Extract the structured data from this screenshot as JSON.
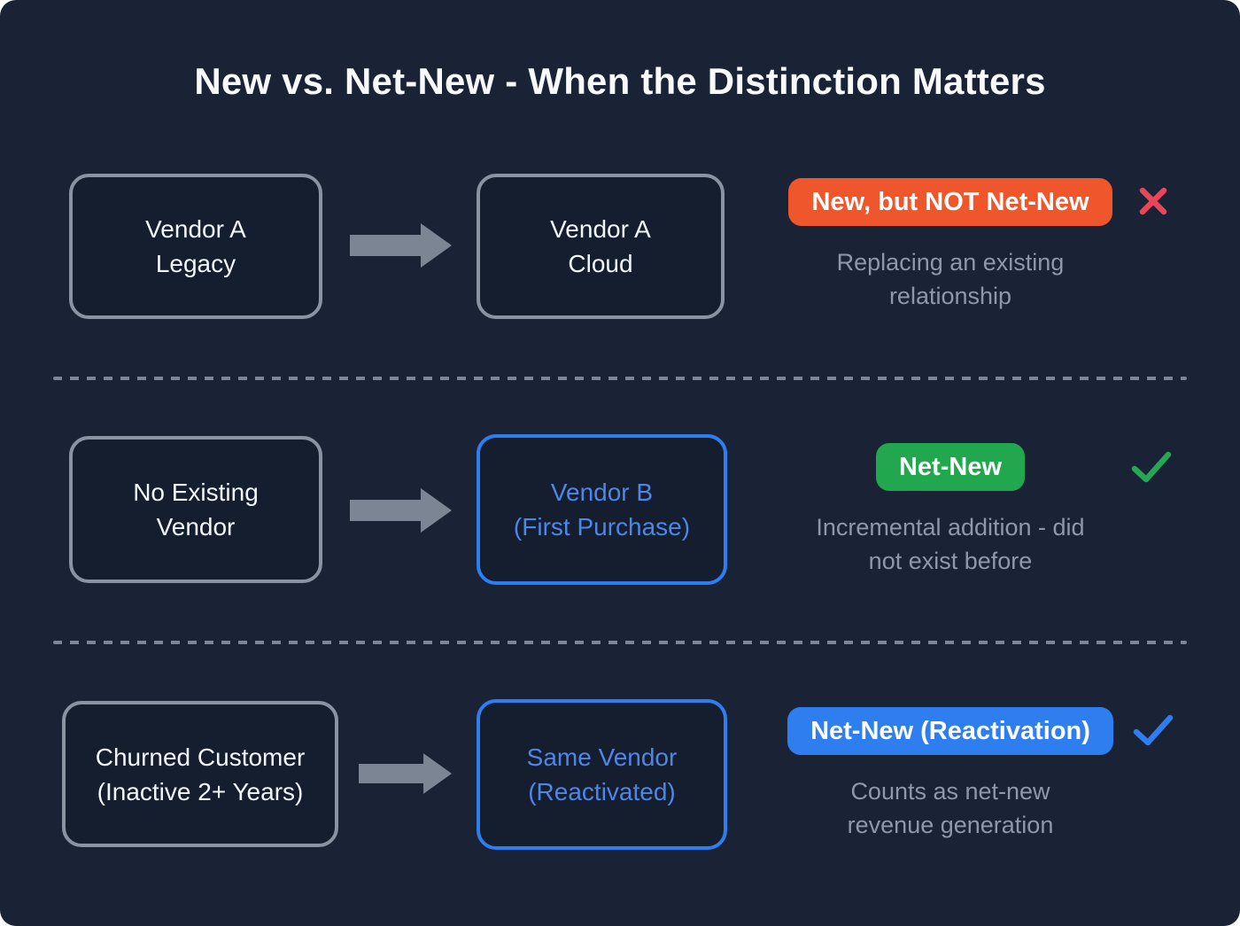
{
  "page": {
    "title": "New vs. Net-New - When the Distinction Matters",
    "background": "#1A2335"
  },
  "colors": {
    "panel_background": "#1A2335",
    "neutral_box_border": "#8A93A2",
    "blue_box_border": "#2E7EF0",
    "blue_box_text": "#4E86E8",
    "orange_badge": "#F0562B",
    "green_badge": "#21A74D",
    "blue_badge": "#2E7EF0",
    "red_x": "#E8475A",
    "green_check": "#25A853",
    "blue_check": "#2E7EF0",
    "caption_text": "#8E98AA",
    "arrow": "#7B8594"
  },
  "rows": [
    {
      "source": {
        "lines": [
          "Vendor A",
          "Legacy"
        ]
      },
      "target": {
        "lines": [
          "Vendor A",
          "Cloud"
        ]
      },
      "badge": {
        "label": "New, but NOT Net-New",
        "color": "#F0562B"
      },
      "verdict": "cross",
      "caption": {
        "lines": [
          "Replacing an existing",
          "relationship"
        ]
      }
    },
    {
      "source": {
        "lines": [
          "No Existing",
          "Vendor"
        ]
      },
      "target": {
        "lines": [
          "Vendor B",
          "(First Purchase)"
        ]
      },
      "badge": {
        "label": "Net-New",
        "color": "#21A74D"
      },
      "verdict": "check",
      "caption": {
        "lines": [
          "Incremental addition - did",
          "not exist before"
        ]
      }
    },
    {
      "source": {
        "lines": [
          "Churned Customer",
          "(Inactive 2+ Years)"
        ]
      },
      "target": {
        "lines": [
          "Same Vendor",
          "(Reactivated)"
        ]
      },
      "badge": {
        "label": "Net-New (Reactivation)",
        "color": "#2E7EF0"
      },
      "verdict": "check",
      "caption": {
        "lines": [
          "Counts as net-new",
          "revenue generation"
        ]
      }
    }
  ]
}
